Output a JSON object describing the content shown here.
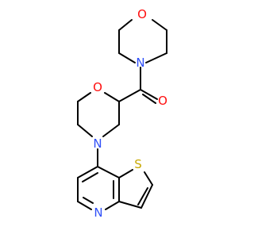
{
  "atoms": [
    {
      "id": "O_top",
      "symbol": "O",
      "color": "#ff0d0d"
    },
    {
      "id": "N_amide",
      "symbol": "N",
      "color": "#3050f8"
    },
    {
      "id": "O_carbonyl",
      "symbol": "O",
      "color": "#ff0d0d"
    },
    {
      "id": "O_ring",
      "symbol": "O",
      "color": "#ff0d0d"
    },
    {
      "id": "N_ring",
      "symbol": "N",
      "color": "#3050f8"
    },
    {
      "id": "S",
      "symbol": "S",
      "color": "#c8a800"
    },
    {
      "id": "N_pyridine",
      "symbol": "N",
      "color": "#3050f8"
    }
  ],
  "colors": {
    "bond": "#000000",
    "background": "#ffffff"
  }
}
